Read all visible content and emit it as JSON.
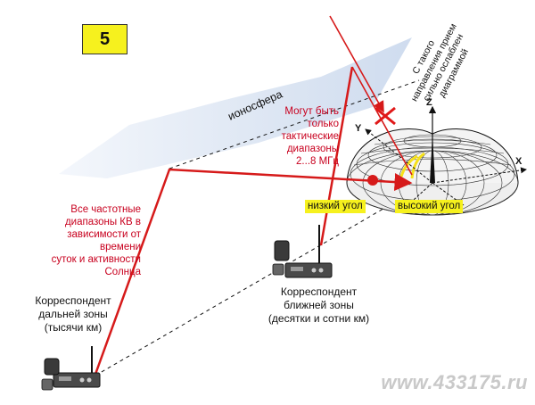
{
  "figure_number": "5",
  "labels": {
    "ionosphere": "ионосфера",
    "tactical_bands": "Могут быть только\nтактические\nдиапазоны\n2...8 МГц",
    "all_bands": "Все частотные\nдиапазоны КВ в\nзависимости от времени\nсуток и активности\nСолнца",
    "weak_direction": "С такого\nнаправления прием\nсильно ослаблен\nдиаграммой",
    "low_angle": "низкий угол",
    "high_angle": "высокий угол",
    "far_station": "Корреспондент\nдальней зоны\n(тысячи км)",
    "near_station": "Корреспондент\nближней зоны\n(десятки и сотни км)",
    "axis_z": "Z",
    "axis_y": "Y",
    "axis_x": "X"
  },
  "watermark": "www.433175.ru",
  "colors": {
    "ray": "#d61a1a",
    "badge": "#f6f11e",
    "ionosphere": "#d8e3f2",
    "text_red": "#c8001e"
  }
}
